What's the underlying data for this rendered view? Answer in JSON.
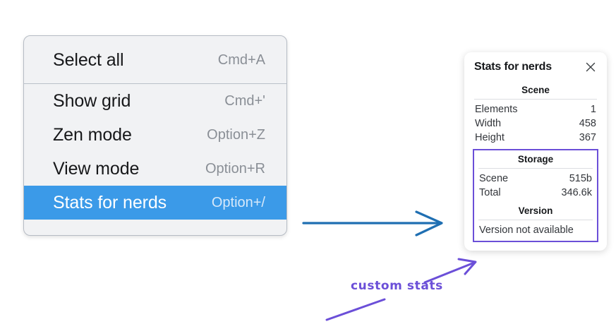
{
  "context_menu": {
    "groups": [
      {
        "items": [
          {
            "label": "Select all",
            "shortcut": "Cmd+A",
            "selected": false
          }
        ]
      },
      {
        "items": [
          {
            "label": "Show grid",
            "shortcut": "Cmd+'",
            "selected": false
          },
          {
            "label": "Zen mode",
            "shortcut": "Option+Z",
            "selected": false
          },
          {
            "label": "View mode",
            "shortcut": "Option+R",
            "selected": false
          },
          {
            "label": "Stats for nerds",
            "shortcut": "Option+/",
            "selected": true
          }
        ]
      }
    ]
  },
  "stats_panel": {
    "title": "Stats for nerds",
    "close_icon": "close-icon",
    "scene": {
      "section_title": "Scene",
      "rows": [
        {
          "key": "Elements",
          "value": "1"
        },
        {
          "key": "Width",
          "value": "458"
        },
        {
          "key": "Height",
          "value": "367"
        }
      ]
    },
    "storage": {
      "section_title": "Storage",
      "rows": [
        {
          "key": "Scene",
          "value": "515b"
        },
        {
          "key": "Total",
          "value": "346.6k"
        }
      ]
    },
    "version": {
      "section_title": "Version",
      "text": "Version not available"
    }
  },
  "annotations": {
    "custom_stats_label": "custom stats"
  },
  "colors": {
    "menu_highlight": "#3b9ae8",
    "menu_background": "#f1f2f4",
    "custom_outline": "#6b4fd8",
    "blue_arrow": "#1f6fb2",
    "purple_arrow": "#6b4fd8"
  }
}
